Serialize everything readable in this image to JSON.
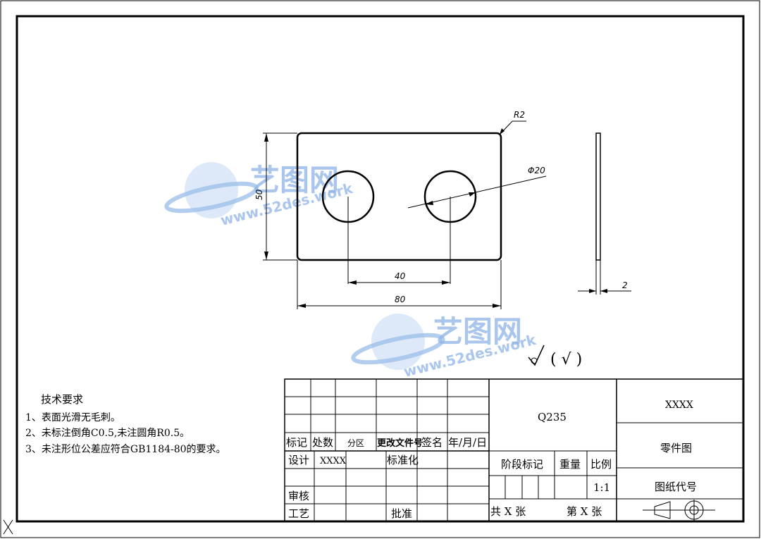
{
  "dimensions": {
    "r2": "R2",
    "phi20": "Φ20",
    "d50": "50",
    "d40": "40",
    "d80": "80",
    "d2": "2"
  },
  "roughness": "(  √ )",
  "notes": {
    "title": "技术要求",
    "items": [
      "1、表面光滑无毛刺。",
      "2、未标注倒角C0.5,未注圆角R0.5。",
      "3、未注形位公差应符合GB1184-80的要求。"
    ]
  },
  "titleblock": {
    "mark": "标记",
    "count": "处数",
    "zone": "分区",
    "change_doc": "更改文件号",
    "signature": "签名",
    "date": "年/月/日",
    "design": "设计",
    "designer": "XXXX",
    "standard": "标准化",
    "review": "审核",
    "process": "工艺",
    "approve": "批准",
    "material": "Q235",
    "stage_mark": "阶段标记",
    "weight": "重量",
    "scale_label": "比例",
    "scale": "1:1",
    "total": "共 X 张",
    "sheet": "第 X 张",
    "company": "XXXX",
    "drawing_name": "零件图",
    "drawing_no": "图纸代号"
  },
  "watermark": {
    "brand": "艺图网",
    "url": "www.52des.work"
  }
}
